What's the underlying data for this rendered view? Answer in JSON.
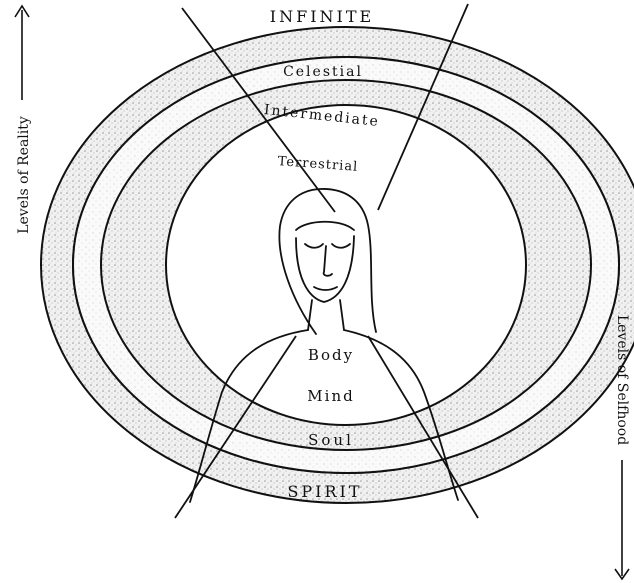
{
  "top_label": "INFINITE",
  "bottom_label": "SPIRIT",
  "reality_levels": [
    "Celestial",
    "Intermediate",
    "Terrestrial"
  ],
  "self_levels": [
    "Body",
    "Mind",
    "Soul"
  ],
  "left_axis_label": "Levels of Reality",
  "right_axis_label": "Levels of Selfhood"
}
